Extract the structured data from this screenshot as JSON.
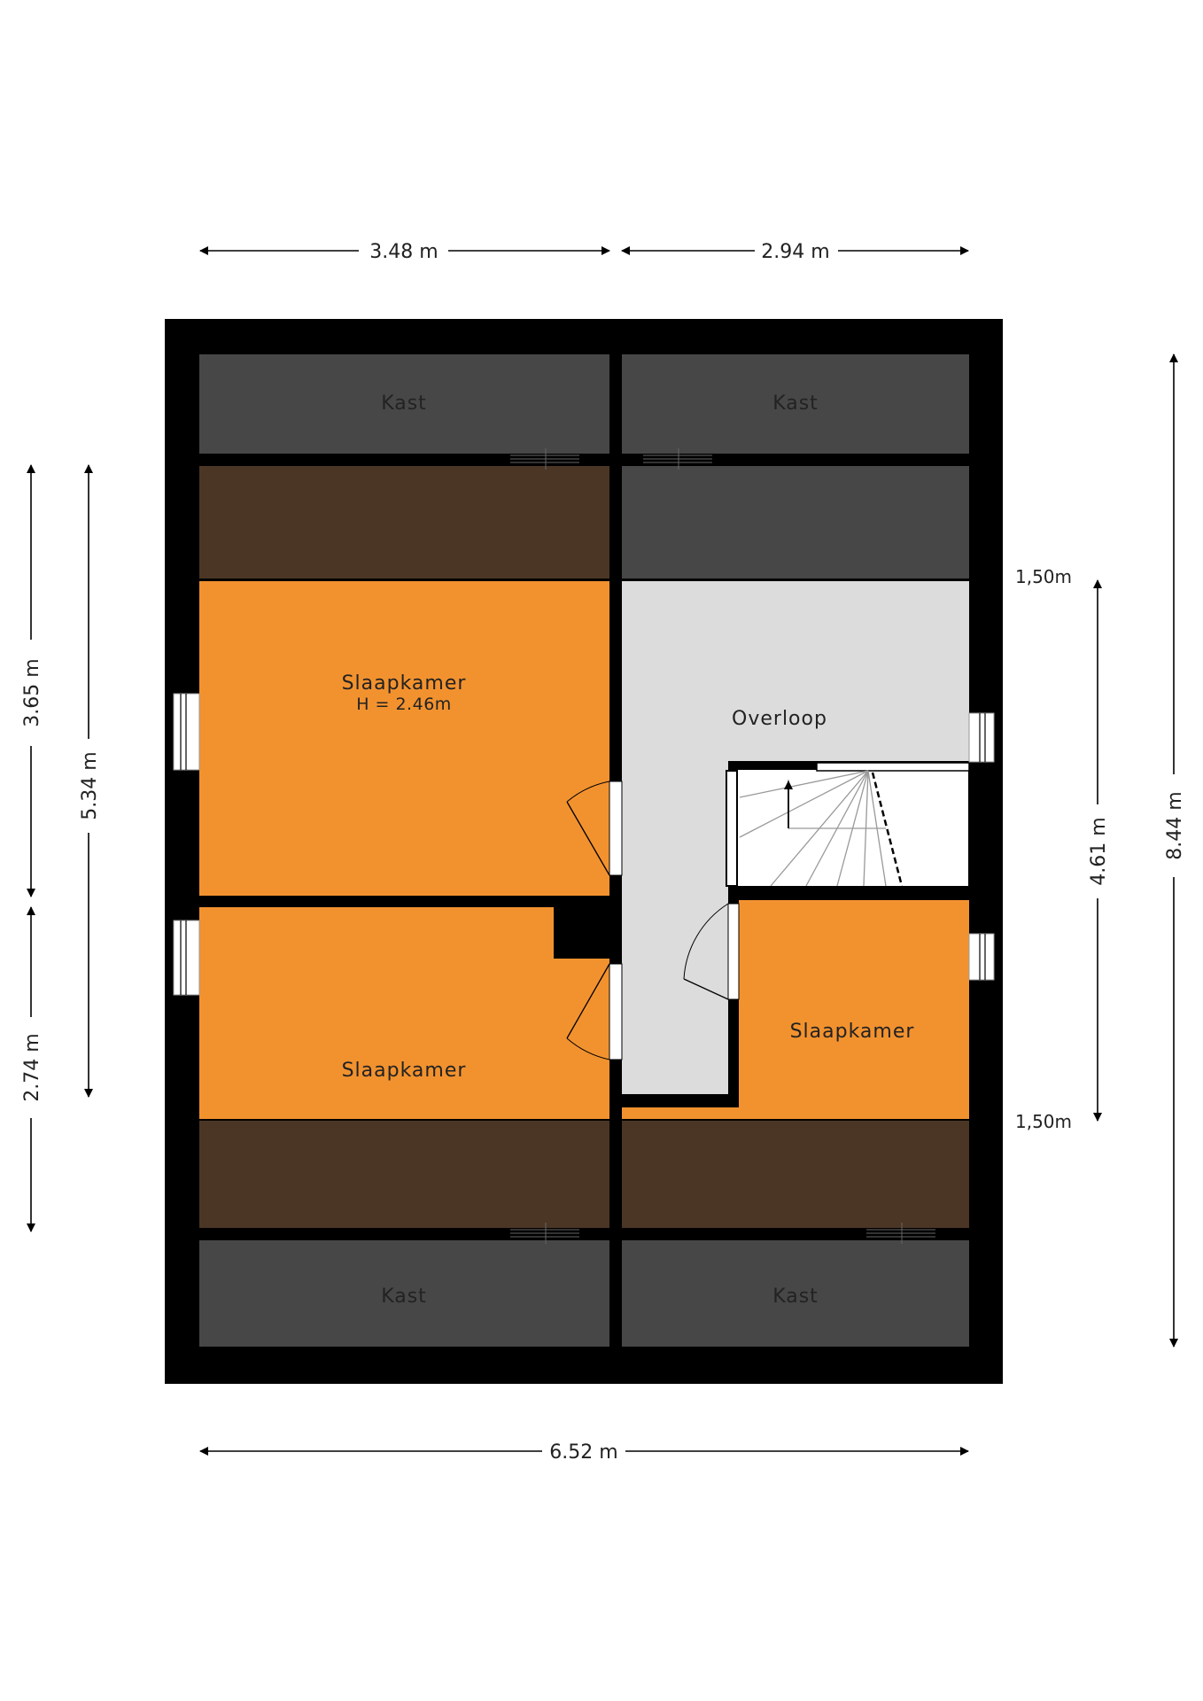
{
  "colors": {
    "wall": "#000000",
    "kast": "#474747",
    "roof_slope": "#4b3625",
    "bedroom": "#f2922f",
    "landing": "#dcdcdc",
    "dimension_line": "#000000"
  },
  "rooms": {
    "kast_top_left": "Kast",
    "kast_top_right": "Kast",
    "kast_bottom_left": "Kast",
    "kast_bottom_right": "Kast",
    "bedroom_top_left": "Slaapkamer",
    "bedroom_top_left_height": "H = 2.46m",
    "landing": "Overloop",
    "bedroom_bottom_left": "Slaapkamer",
    "bedroom_right": "Slaapkamer"
  },
  "dimensions": {
    "top_left_width": "3.48 m",
    "top_right_width": "2.94 m",
    "bottom_total_width": "6.52 m",
    "left_upper": "3.65 m",
    "left_middle": "5.34 m",
    "left_lower": "2.74 m",
    "right_inner": "4.61 m",
    "right_total": "8.44 m",
    "right_upper_height": "1,50m",
    "right_lower_height": "1,50m"
  },
  "icons": {
    "stair": "staircase-icon",
    "door": "door-swing-icon",
    "window": "window-icon",
    "arrow": "arrow-head-icon"
  }
}
